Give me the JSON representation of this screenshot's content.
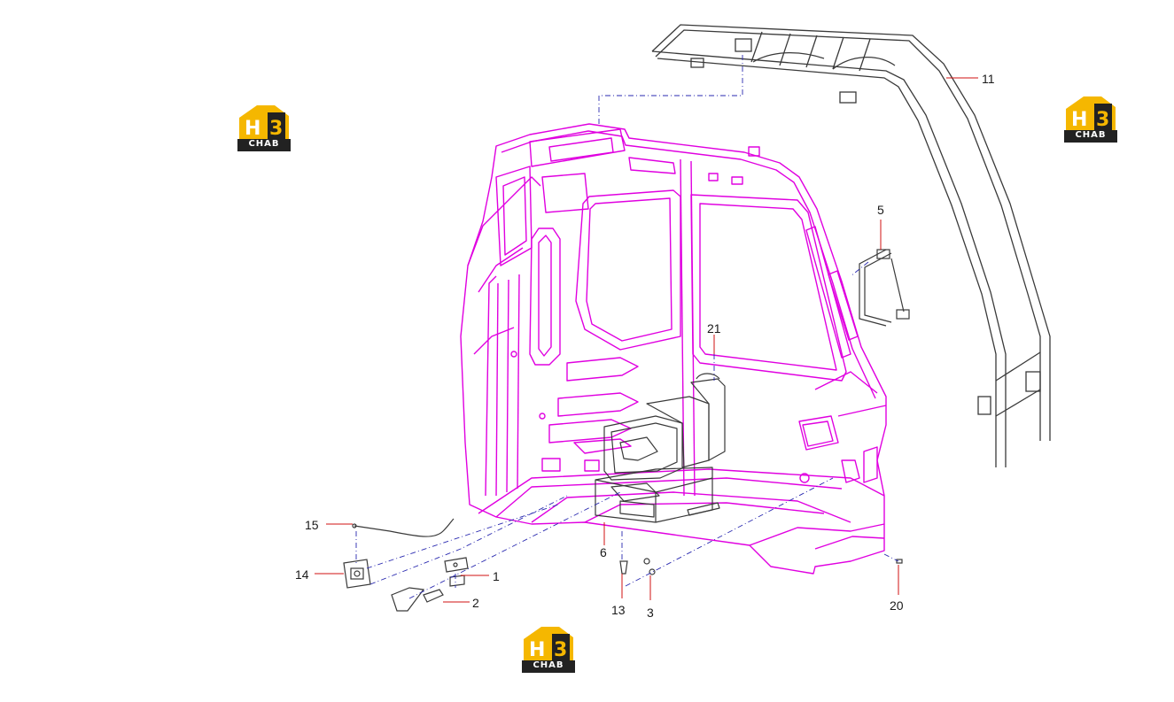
{
  "colors": {
    "cab": "#e000e0",
    "parts": "#3a3a3a",
    "leader_red": "#d01010",
    "leader_blue": "#2a2ab0",
    "logo_gold": "#f5b700",
    "logo_dark": "#222222"
  },
  "logo": {
    "mark": "H3",
    "brand": "CHAB"
  },
  "callouts": [
    {
      "id": "11",
      "label": "11"
    },
    {
      "id": "5",
      "label": "5"
    },
    {
      "id": "21",
      "label": "21"
    },
    {
      "id": "15",
      "label": "15"
    },
    {
      "id": "14",
      "label": "14"
    },
    {
      "id": "1",
      "label": "1"
    },
    {
      "id": "2",
      "label": "2"
    },
    {
      "id": "6",
      "label": "6"
    },
    {
      "id": "13",
      "label": "13"
    },
    {
      "id": "3",
      "label": "3"
    },
    {
      "id": "20",
      "label": "20"
    }
  ]
}
